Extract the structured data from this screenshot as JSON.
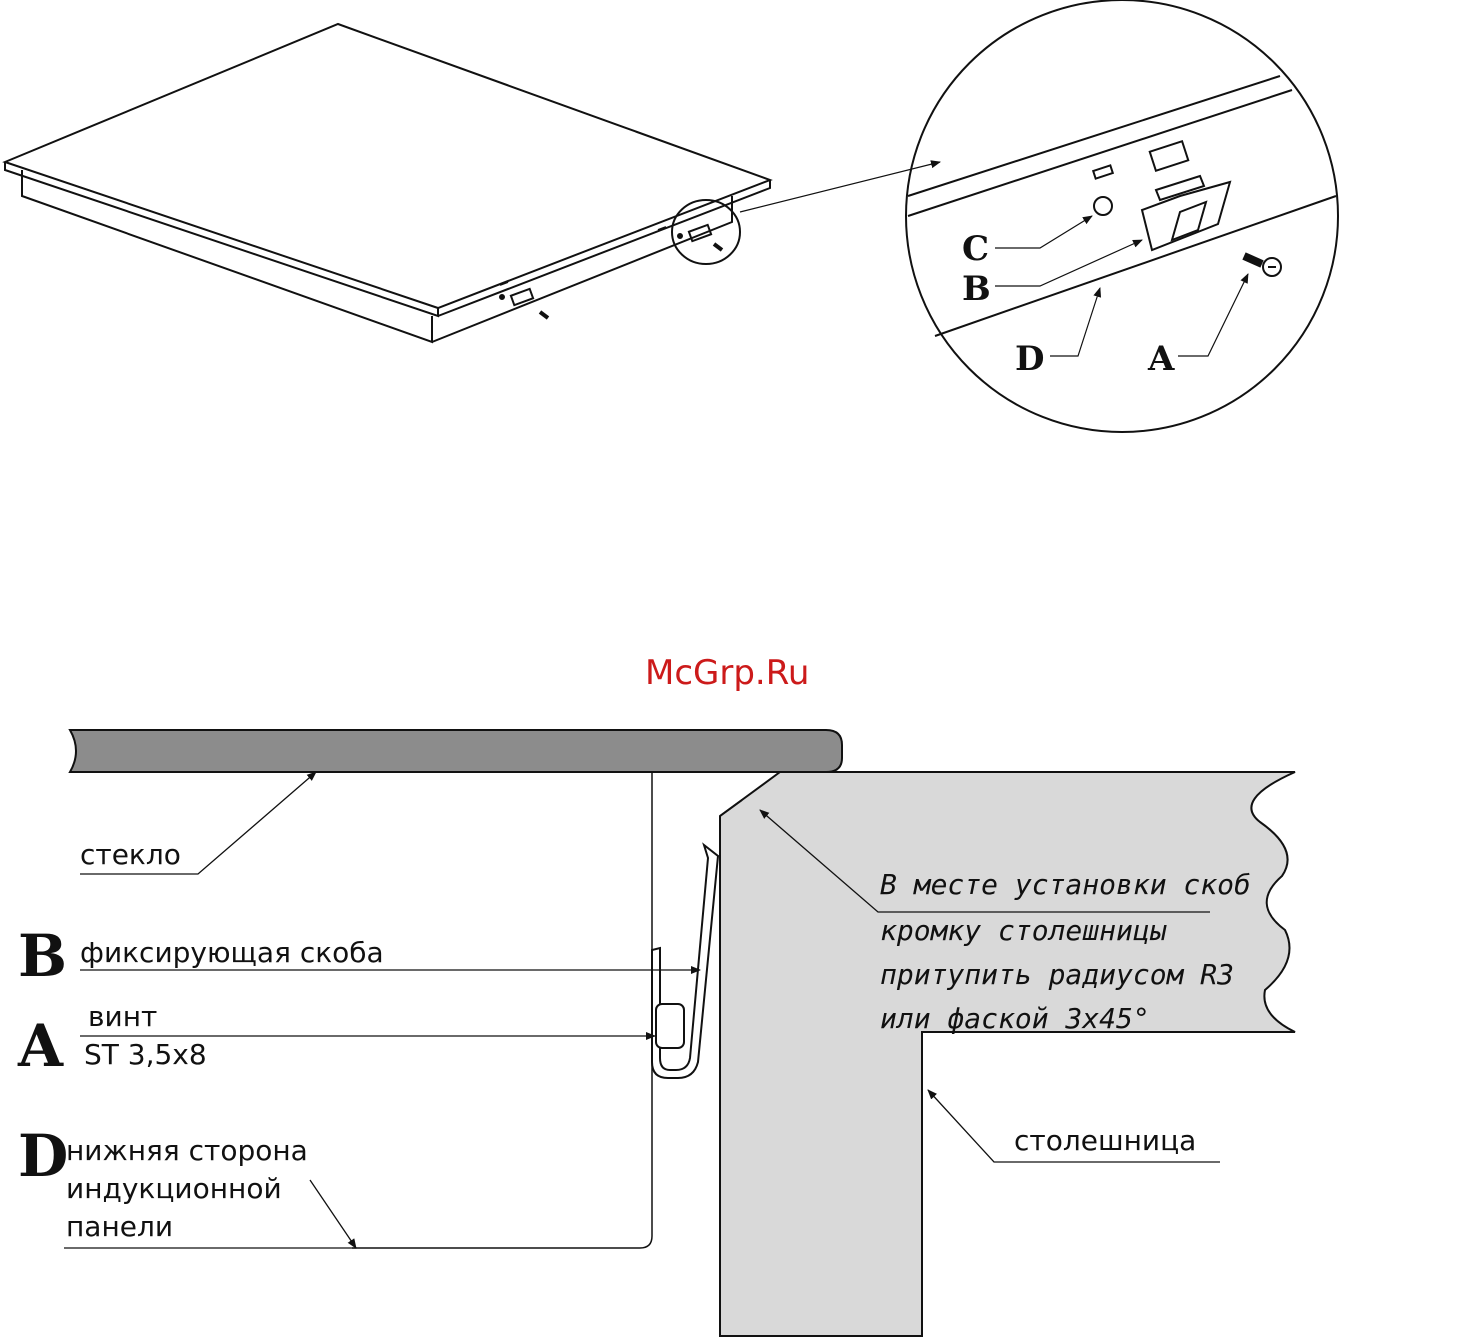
{
  "watermark": "McGrp.Ru",
  "top_view": {
    "callouts": [
      {
        "key": "C"
      },
      {
        "key": "B"
      },
      {
        "key": "D"
      },
      {
        "key": "A"
      }
    ]
  },
  "section_view": {
    "labels": {
      "glass": "стекло",
      "key_b": "B",
      "bracket": "фиксирующая скоба",
      "key_a": "A",
      "screw_line1": "винт",
      "screw_line2": "ST 3,5x8",
      "key_d": "D",
      "underside_line1": "нижняя сторона",
      "underside_line2": "индукционной",
      "underside_line3": "панели",
      "countertop": "столешница"
    },
    "note": [
      "В месте установки скоб",
      "кромку столешницы",
      "притупить радиусом R3",
      "или фаской 3x45°"
    ]
  },
  "colors": {
    "line": "#111111",
    "glass_fill": "#8c8c8c",
    "countertop_fill": "#d9d9d9",
    "watermark": "#cc1a1a"
  }
}
